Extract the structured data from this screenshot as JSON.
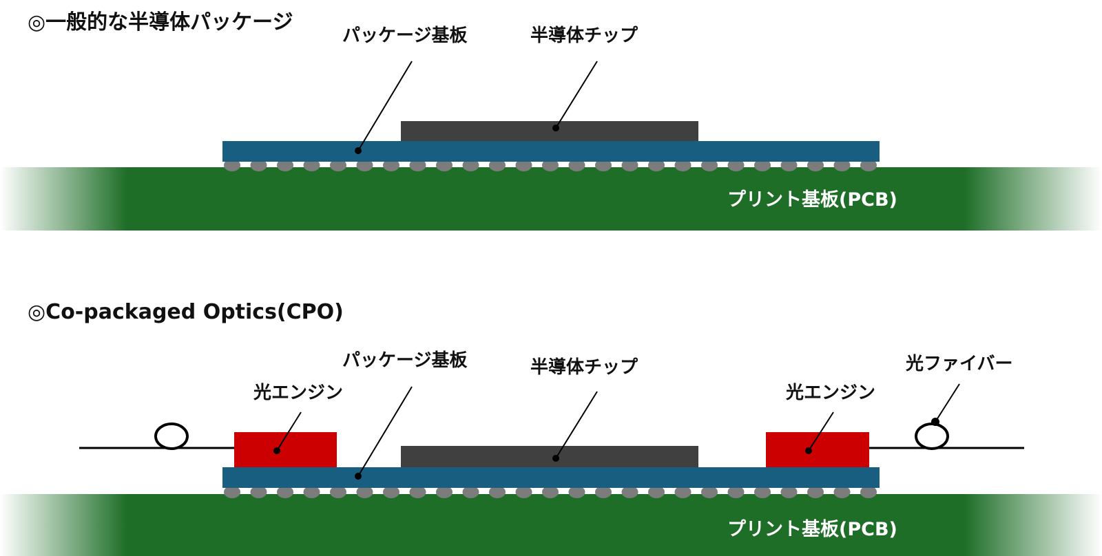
{
  "colors": {
    "pcb": "#1e6e28",
    "substrate": "#185e80",
    "chip": "#404040",
    "bump": "#7c7c7c",
    "optical_engine": "#cc0000",
    "line": "#000000"
  },
  "diagram1": {
    "title": "◎一般的な半導体パッケージ",
    "substrate_label": "パッケージ基板",
    "chip_label": "半導体チップ",
    "pcb_label": "プリント基板(PCB)"
  },
  "diagram2": {
    "title": "◎Co-packaged Optics(CPO)",
    "substrate_label": "パッケージ基板",
    "chip_label": "半導体チップ",
    "engine_left_label": "光エンジン",
    "engine_right_label": "光エンジン",
    "fiber_label": "光ファイバー",
    "pcb_label": "プリント基板(PCB)"
  }
}
